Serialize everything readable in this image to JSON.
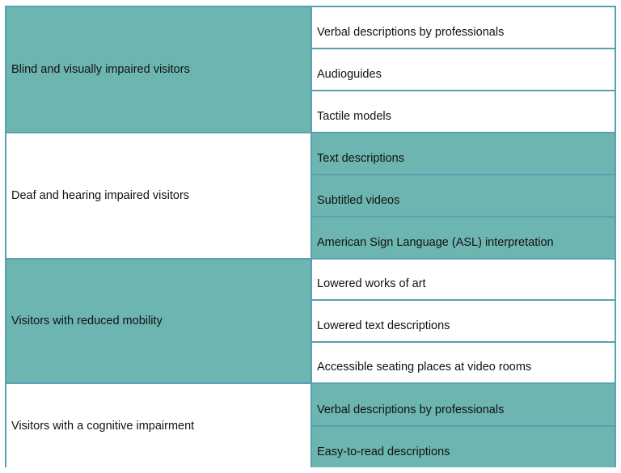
{
  "groups": [
    {
      "category": "Blind and visually impaired visitors",
      "items": [
        "Verbal descriptions by professionals",
        "Audioguides",
        "Tactile models"
      ]
    },
    {
      "category": "Deaf and hearing impaired visitors",
      "items": [
        "Text descriptions",
        "Subtitled videos",
        "American Sign Language (ASL) interpretation"
      ]
    },
    {
      "category": "Visitors with reduced mobility",
      "items": [
        "Lowered works of art",
        "Lowered text descriptions",
        "Accessible seating places at video rooms"
      ]
    },
    {
      "category": "Visitors with a cognitive impairment",
      "items": [
        "Verbal descriptions by professionals",
        "Easy-to-read descriptions"
      ]
    }
  ],
  "colors": {
    "teal": "#6db5b1",
    "white": "#ffffff",
    "border": "#5b9fb3"
  }
}
